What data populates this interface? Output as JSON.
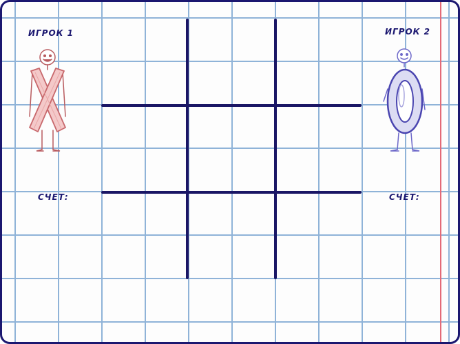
{
  "players": {
    "player1": {
      "label": "ИГРОК 1",
      "score_label": "СЧЕТ:",
      "symbol_icon": "x-character-icon",
      "color": "#d8777b"
    },
    "player2": {
      "label": "ИГРОК 2",
      "score_label": "СЧЕТ:",
      "symbol_icon": "o-character-icon",
      "color": "#4a45b0"
    }
  },
  "board": {
    "rows": 3,
    "cols": 3,
    "cells": [
      "",
      "",
      "",
      "",
      "",
      "",
      "",
      "",
      ""
    ]
  },
  "colors": {
    "ink": "#1b1770",
    "grid_line": "#8fb3d8",
    "margin_line": "#e46a77",
    "paper": "#fdfdfd"
  }
}
